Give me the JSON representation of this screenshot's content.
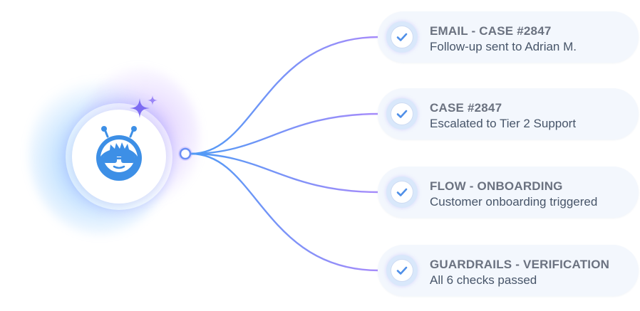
{
  "colors": {
    "accent_blue": "#4f9bf5",
    "accent_purple": "#a78bfa",
    "card_background": "#f3f7fd",
    "title_text": "#6b7280",
    "subtitle_text": "#475569"
  },
  "agent": {
    "icon": "robot-mascot-icon",
    "sparkle_icon": "sparkle-icon"
  },
  "items": [
    {
      "icon": "check-icon",
      "title": "EMAIL - CASE #2847",
      "subtitle": "Follow-up sent to Adrian M."
    },
    {
      "icon": "check-icon",
      "title": "CASE #2847",
      "subtitle": "Escalated to Tier 2 Support"
    },
    {
      "icon": "check-icon",
      "title": "FLOW - ONBOARDING",
      "subtitle": "Customer onboarding triggered"
    },
    {
      "icon": "check-icon",
      "title": "GUARDRAILS - VERIFICATION",
      "subtitle": "All 6 checks passed"
    }
  ]
}
